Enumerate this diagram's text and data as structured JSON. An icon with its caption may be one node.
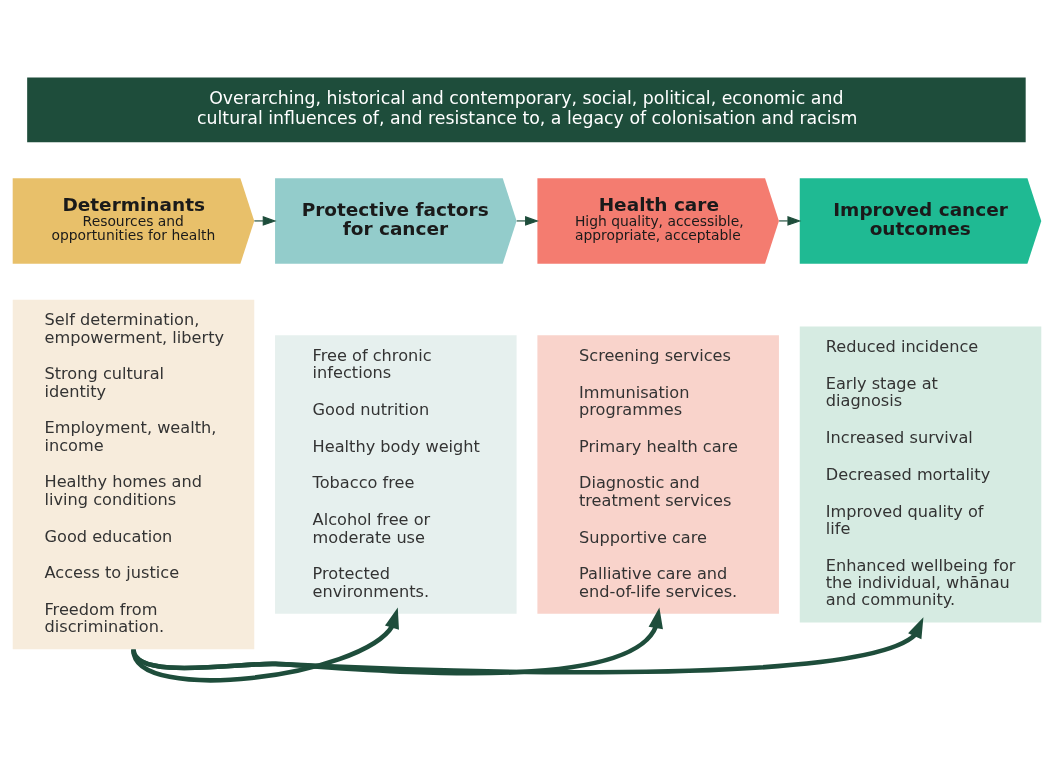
{
  "diagram": {
    "nodes": [
      {
        "text": [
          "Overarching, historical and contemporary, social, political, economic and cultural influences of, and resistance to, a legacy of colonisation and racism"
        ]
      },
      {
        "text": [
          "Determinants",
          "Resources and opportunities for health"
        ]
      },
      {
        "text": [
          "Protective factors for cancer"
        ]
      },
      {
        "text": [
          "Health care",
          "High quality, accessible, appropriate, acceptable"
        ]
      },
      {
        "text": [
          "Improved cancer outcomes"
        ]
      },
      {
        "text": [
          "Self determination, empowerment, liberty",
          "Strong cultural identity",
          "Employment, wealth, income",
          "Healthy homes and living conditions",
          "Good education",
          "Access to justice",
          "Freedom from discrimination."
        ]
      },
      {
        "text": [
          "Free of chronic infections",
          "Good nutrition",
          "Healthy body weight",
          "Tobacco free",
          "Alcohol free or moderate use",
          "Protected environments."
        ]
      },
      {
        "text": [
          "Screening services",
          "Immunisation programmes",
          "Primary health care",
          "Diagnostic and treatment services",
          "Supportive care",
          "Palliative care and end-of-life services."
        ]
      },
      {
        "text": [
          "Reduced incidence",
          "Early stage at diagnosis",
          "Increased survival",
          "Decreased mortality",
          "Improved quality of life",
          "Enhanced wellbeing for the individual, whānau and community."
        ]
      }
    ],
    "edges": [
      {
        "from": 1,
        "to": 2,
        "arrow": "to"
      },
      {
        "from": 2,
        "to": 3,
        "arrow": "to"
      },
      {
        "from": 3,
        "to": 4,
        "arrow": "to"
      },
      {
        "from": 5,
        "to": 6,
        "arrow": "to",
        "style": "thick"
      },
      {
        "from": 5,
        "to": 7,
        "arrow": "to",
        "style": "thick"
      },
      {
        "from": 5,
        "to": 8,
        "arrow": "to",
        "style": "thick"
      }
    ]
  }
}
